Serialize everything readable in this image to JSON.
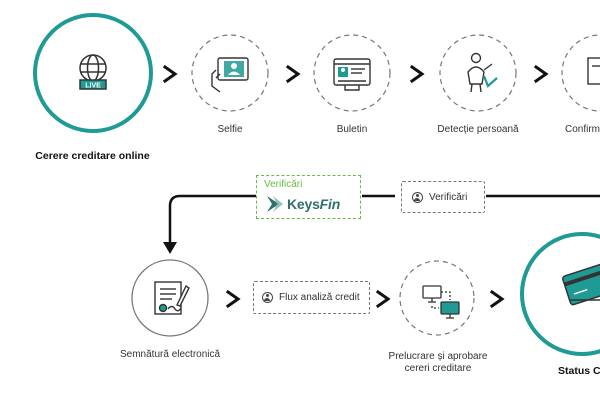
{
  "colors": {
    "teal": "#1f9a94",
    "green_dash": "#66bb44",
    "arrow": "#111111",
    "dash_gray": "#777777"
  },
  "steps": {
    "start": "Cerere creditare online",
    "selfie": "Selfie",
    "buletin": "Buletin",
    "detectie": "Detecție persoană",
    "confirmare": "Confirm",
    "semnatura": "Semnătură electronică",
    "prelucrare_line1": "Prelucrare și aprobare",
    "prelucrare_line2": "cereri creditare",
    "status": "Status Cr"
  },
  "icons": {
    "start": "globe-live-icon",
    "selfie": "phone-selfie-icon",
    "buletin": "id-card-icon",
    "detectie": "person-check-icon",
    "confirmare": "document-icon",
    "semnatura": "signed-contract-icon",
    "prelucrare": "computers-network-icon",
    "status": "credit-card-icon"
  },
  "boxes": {
    "keysfin_title": "Verificări",
    "keysfin_logo_a": "Keys",
    "keysfin_logo_b": "Fin",
    "verificari": "Verificări",
    "flux": "Flux analiză credit"
  }
}
